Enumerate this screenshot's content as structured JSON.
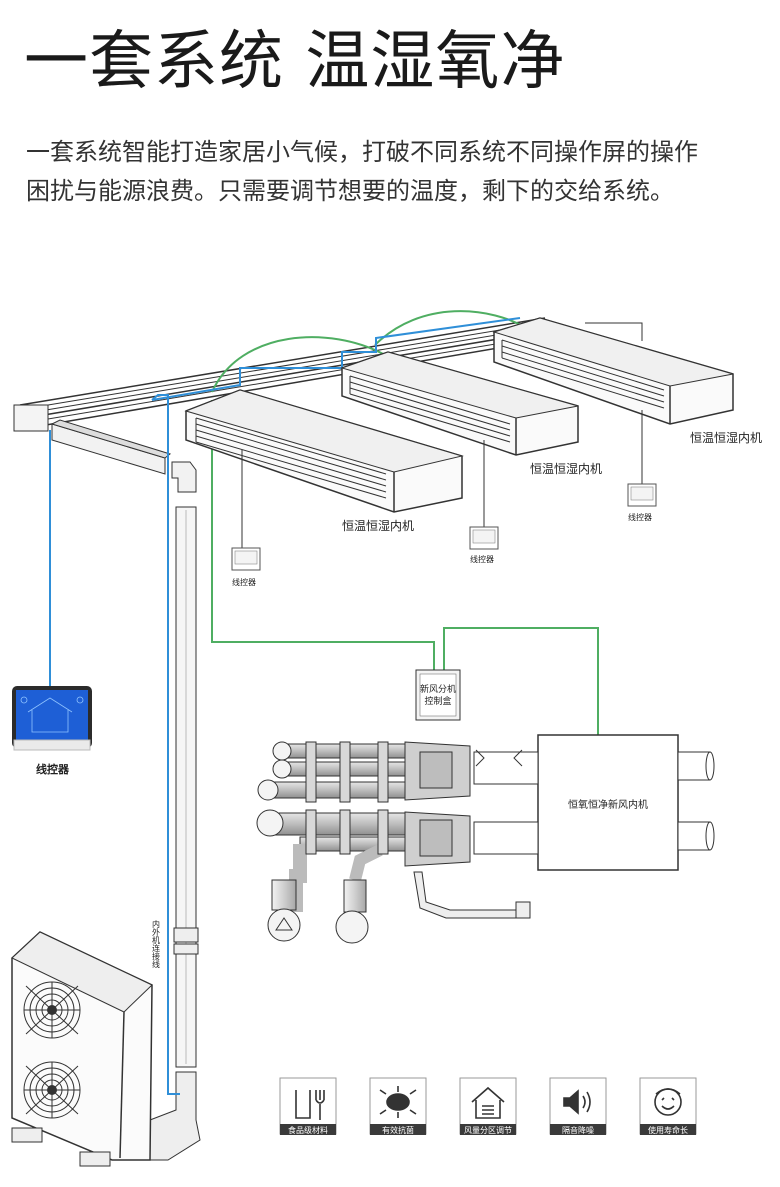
{
  "header": {
    "title": "一套系统 温湿氧净",
    "desc_line1": "一套系统智能打造家居小气候，打破不同系统不同操作屏的操作",
    "desc_line2": "困扰与能源浪费。只需要调节想要的温度，剩下的交给系统。"
  },
  "diagram": {
    "indoor_unit_label": "恒温恒湿内机",
    "wire_controller_label": "线控器",
    "main_controller_label": "线控器",
    "fresh_air_box_line1": "新风分机",
    "fresh_air_box_line2": "控制盒",
    "fresh_air_unit_label": "恒氧恒净新风内机",
    "connection_line_label": "内外机连接线"
  },
  "features": [
    {
      "label": "食品级材料",
      "icon": "cup-fork-icon"
    },
    {
      "label": "有效抗菌",
      "icon": "bacteria-icon"
    },
    {
      "label": "风量分区调节",
      "icon": "house-airflow-icon"
    },
    {
      "label": "隔音降噪",
      "icon": "speaker-icon"
    },
    {
      "label": "使用寿命长",
      "icon": "smiley-face-icon"
    }
  ],
  "colors": {
    "green_line": "#4fae62",
    "blue_line": "#2f8fd8",
    "feature_badge": "#3a3a3a",
    "screen": "#1e5fd6"
  }
}
